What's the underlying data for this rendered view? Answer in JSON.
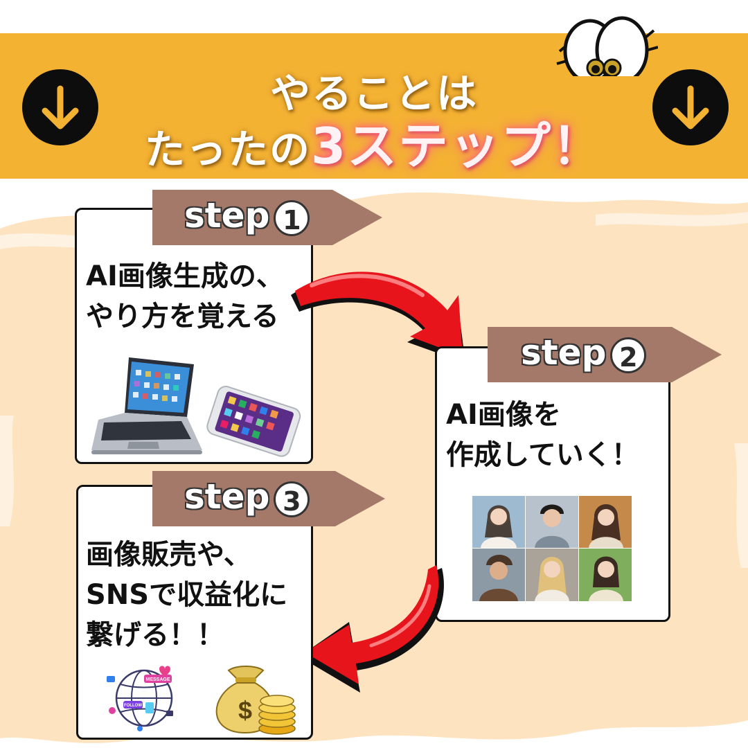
{
  "banner": {
    "line1": "やることは",
    "line2_prefix": "たったの",
    "line2_accent": "3ステップ！",
    "color": "#f4b233",
    "left_icon": "arrow-down-icon",
    "right_icon": "arrow-down-icon"
  },
  "steps": [
    {
      "tab_word": "step",
      "tab_number": "1",
      "text_lines": [
        "AI画像生成の、",
        "やり方を覚える"
      ],
      "illustration": "laptop-and-smartphone"
    },
    {
      "tab_word": "step",
      "tab_number": "2",
      "text_lines": [
        "AI画像を",
        "作成していく！"
      ],
      "illustration": "ai-portrait-grid"
    },
    {
      "tab_word": "step",
      "tab_number": "3",
      "text_lines": [
        "画像販売や、",
        "SNSで収益化に",
        "繋げる！！"
      ],
      "illustration": "social-globe-and-money-bag"
    }
  ],
  "sns_labels": {
    "message": "MESSAGE",
    "follow": "FOLLOW"
  },
  "money_symbol": "$",
  "colors": {
    "tab": "#a4796a",
    "curved_arrow": "#e8141b",
    "paint_bg": "#fde3c0"
  }
}
